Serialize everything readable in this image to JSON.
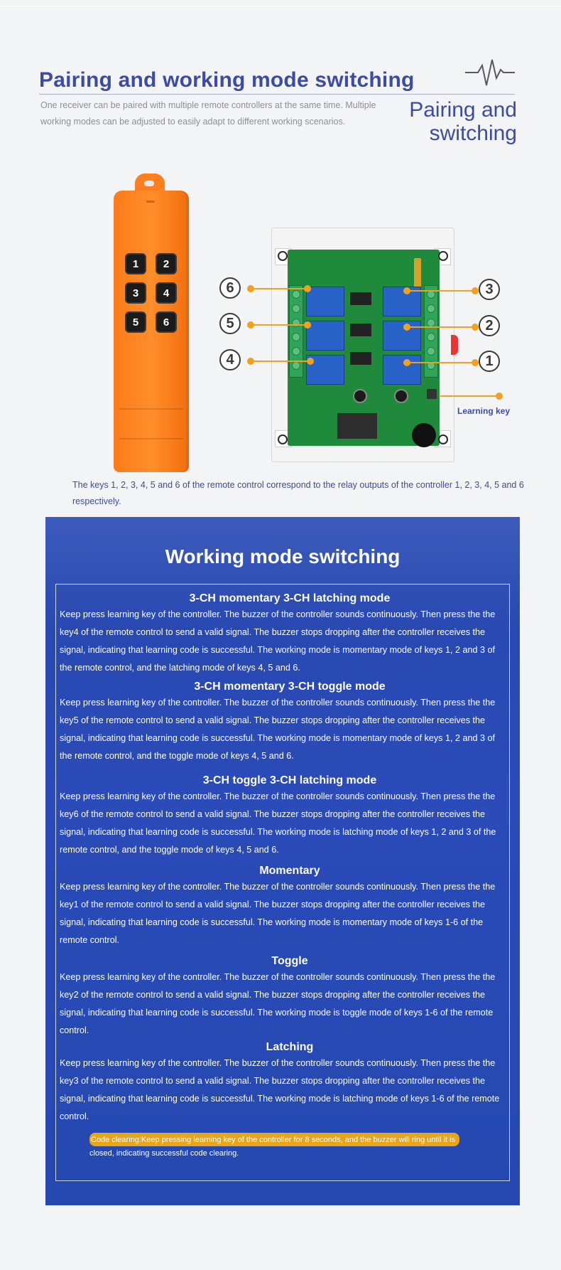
{
  "header": {
    "title": "Pairing and working mode switching",
    "subtitle": "One receiver can be paired with multiple remote controllers at the same time. Multiple working modes can be adjusted to easily adapt to different working scenarios.",
    "side_title_line1": "Pairing and",
    "side_title_line2": "switching"
  },
  "remote": {
    "keys": [
      "1",
      "2",
      "3",
      "4",
      "5",
      "6"
    ]
  },
  "controller": {
    "callouts": [
      "6",
      "5",
      "4",
      "3",
      "2",
      "1"
    ],
    "learning_key_label": "Learning key"
  },
  "caption": "The keys 1, 2, 3, 4, 5 and 6 of the remote control correspond to the relay outputs of the controller 1, 2, 3, 4, 5 and 6 respectively.",
  "panel": {
    "title": "Working mode switching",
    "modes": [
      {
        "heading": "3-CH momentary 3-CH latching mode",
        "text": "Keep press learning key of the controller. The buzzer of the controller sounds continuously. Then press the the key4 of the remote control to send a valid signal. The buzzer stops dropping after the controller receives the signal, indicating that learning code is successful. The working mode is momentary mode of keys 1, 2 and 3 of the remote control, and the latching mode of keys 4, 5 and 6."
      },
      {
        "heading": "3-CH momentary 3-CH toggle mode",
        "text": "Keep press learning key of the controller. The buzzer of the controller sounds continuously. Then press the the key5 of the remote control to send a valid signal. The buzzer stops dropping after the controller receives the signal, indicating that learning code is successful. The working mode is momentary mode of keys 1, 2 and 3 of the remote control, and the toggle mode of keys 4, 5 and 6."
      },
      {
        "heading": "3-CH toggle 3-CH latching mode",
        "text": "Keep press learning key of the controller. The buzzer of the controller sounds continuously. Then press the the key6 of the remote control to send a valid signal. The buzzer stops dropping after the controller receives the signal, indicating that learning code is successful. The working mode is latching mode of keys 1, 2 and 3 of the remote control, and the toggle mode of keys 4, 5 and 6."
      },
      {
        "heading": "Momentary",
        "text": "Keep press learning key of the controller. The buzzer of the controller sounds continuously. Then press the the key1 of the remote control to send a valid signal. The buzzer stops dropping after the controller receives the signal, indicating that learning code is successful. The working mode is momentary mode of keys 1-6 of the remote control."
      },
      {
        "heading": "Toggle",
        "text": "Keep press learning key of the controller. The buzzer of the controller sounds continuously. Then press the the key2 of the remote control to send a valid signal. The buzzer stops dropping after the controller receives the signal, indicating that learning code is successful. The working mode is toggle mode of keys 1-6 of the remote control."
      },
      {
        "heading": "Latching",
        "text": "Keep press learning key of the controller. The buzzer of the controller sounds continuously. Then press the the key3 of the remote control to send a valid signal. The buzzer stops dropping after the controller receives the signal, indicating that learning code is successful. The working mode is latching mode of keys 1-6 of the remote control."
      }
    ],
    "code_clearing_line1": "Code clearing:Keep pressing learning key of the controller for 8 seconds, and the buzzer will ring until it is",
    "code_clearing_line2": "closed, indicating successful code clearing."
  },
  "colors": {
    "brand_blue": "#3d4ba8",
    "panel_blue": "#2a4bb8",
    "accent_orange": "#f2a01e",
    "remote_orange": "#ff7f1f"
  }
}
